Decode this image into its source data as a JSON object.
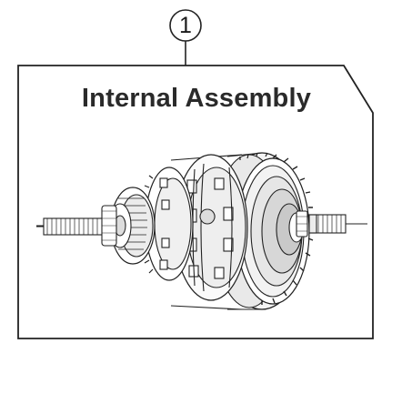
{
  "callout": {
    "number": "1"
  },
  "part": {
    "title": "Internal Assembly"
  },
  "illustration": {
    "subject": "internal-hub-assembly",
    "line_color": "#222222"
  }
}
